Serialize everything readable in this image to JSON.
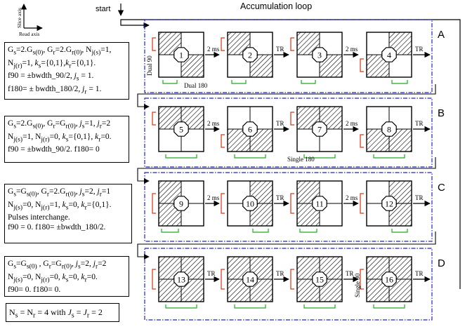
{
  "header": {
    "start_label": "start",
    "loop_label": "Accumulation loop",
    "axis_vertical": "Slice axis",
    "axis_horizontal": "Read axis"
  },
  "colors": {
    "frame": "#2222cc",
    "readout_marker": "#22aa22",
    "slice_marker": "#dd3311",
    "hatch": "#000000"
  },
  "blocks": [
    {
      "letter": "A",
      "equations": [
        "Gs=2.Gs(0), Gr=2.Gr(0), Nj(s)=1,",
        "Nj(r)=1, ks={0,1},kr={0,1}.",
        "f90 = ±bwdth_90/2, js = 1.",
        "f180= ± bwdth_180/2, jr = 1."
      ],
      "steps": [
        {
          "num": "1",
          "hatch": "TL,BR"
        },
        {
          "num": "2",
          "hatch": "TL,BR"
        },
        {
          "num": "3",
          "hatch": "TL,BR"
        },
        {
          "num": "4",
          "hatch": "TR,BL"
        }
      ],
      "transitions": [
        "2 ms",
        "TR",
        "2 ms",
        "TR"
      ],
      "labels": {
        "dual90": "Dual 90",
        "dual180": "Dual 180"
      }
    },
    {
      "letter": "B",
      "equations": [
        "Gs=2.Gs(0), Gr=Gr(0), js=1, jr=2",
        "Nj(s)=1, Nj(r)=0, ks={0,1}, kr=0.",
        "f90 = ±bwdth_90/2. f180= 0"
      ],
      "steps": [
        {
          "num": "5",
          "hatch": "T"
        },
        {
          "num": "6",
          "hatch": "B"
        },
        {
          "num": "7",
          "hatch": "T"
        },
        {
          "num": "8",
          "hatch": "B"
        }
      ],
      "transitions": [
        "2 ms",
        "TR",
        "2 ms",
        "TR"
      ],
      "labels": {
        "single180": "Single 180"
      }
    },
    {
      "letter": "C",
      "equations": [
        "Gs=Gs(0), Gr=2.Gr(0), js=2, jr=1",
        "Nj(s)=0, Nj(r)=1, ks=0, kr={0,1}.",
        "Pulses interchange.",
        "f90 = 0.  f180= ±bwdth_180/2."
      ],
      "steps": [
        {
          "num": "9",
          "hatch": "L"
        },
        {
          "num": "10",
          "hatch": "R"
        },
        {
          "num": "11",
          "hatch": "L"
        },
        {
          "num": "12",
          "hatch": "R"
        }
      ],
      "transitions": [
        "2 ms",
        "TR",
        "2 ms",
        "TR"
      ]
    },
    {
      "letter": "D",
      "equations": [
        "Gs=Gs(0) , Gr=Gr(0), js=2, jr=2",
        "Nj(s)=0, Nj(r)=0, ks=0, kr=0.",
        "f90= 0. f180= 0."
      ],
      "steps": [
        {
          "num": "13",
          "hatch": "ALL"
        },
        {
          "num": "14",
          "hatch": "ALL"
        },
        {
          "num": "15",
          "hatch": "ALL"
        },
        {
          "num": "16",
          "hatch": "ALL"
        }
      ],
      "transitions": [
        "TR",
        "TR",
        "TR",
        "TR"
      ],
      "labels": {
        "single90": "Single 90"
      }
    }
  ],
  "footer": "Ns = Nr = 4 with Js = Jr = 2"
}
